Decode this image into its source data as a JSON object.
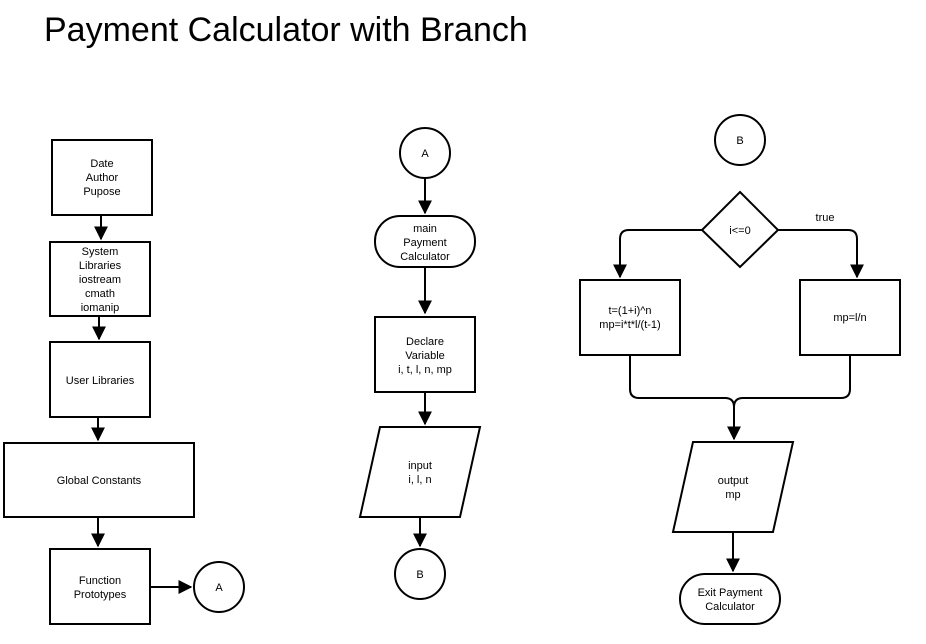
{
  "title": "Payment Calculator with Branch",
  "nodes": {
    "date_author_purpose": [
      "Date",
      "Author",
      "Pupose"
    ],
    "system_libraries": [
      "System",
      "Libraries",
      "iostream",
      "cmath",
      "iomanip"
    ],
    "user_libraries": [
      "User Libraries"
    ],
    "global_constants": [
      "Global Constants"
    ],
    "function_prototypes": [
      "Function",
      "Prototypes"
    ],
    "connector_a_out": [
      "A"
    ],
    "connector_a_in": [
      "A"
    ],
    "main_payment_calculator": [
      "main",
      "Payment",
      "Calculator"
    ],
    "declare_variable": [
      "Declare",
      "Variable",
      "i, t, l, n, mp"
    ],
    "input": [
      "input",
      "i, l, n"
    ],
    "connector_b_out": [
      "B"
    ],
    "connector_b_in": [
      "B"
    ],
    "decision": [
      "i<=0"
    ],
    "branch_false_calc": [
      "t=(1+i)^n",
      "mp=i*t*l/(t-1)"
    ],
    "branch_true_calc": [
      "mp=l/n"
    ],
    "output": [
      "output",
      "mp"
    ],
    "exit_payment_calculator": [
      "Exit Payment",
      "Calculator"
    ]
  },
  "edge_labels": {
    "decision_true": "true"
  }
}
